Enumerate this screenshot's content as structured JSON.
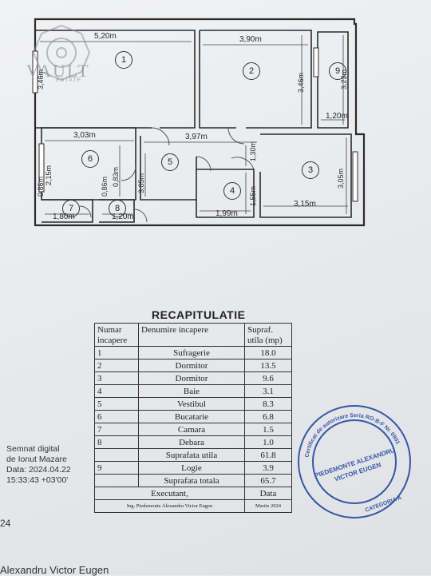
{
  "plan": {
    "dimensions": {
      "d1": "5,20m",
      "d2": "3,90m",
      "d3": "3,46m",
      "d4": "3,22m",
      "d5": "1,20m",
      "d6": "3,03m",
      "d7": "3,97m",
      "d8": "1,30m",
      "d9": "2,15m",
      "d10": "0,86m",
      "d11": "0,86m",
      "d12": "0,83m",
      "d13": "3,05m",
      "d14": "1,55m",
      "d15": "3,05m",
      "d16": "1,99m",
      "d17": "3,15m",
      "d18": "1,80m",
      "d19": "1,20m",
      "d20": "3,46m"
    },
    "room_numbers": [
      "1",
      "2",
      "3",
      "4",
      "5",
      "6",
      "7",
      "8",
      "9"
    ]
  },
  "watermark": {
    "name": "VAULT",
    "sub": "ESTATE"
  },
  "recap": {
    "title": "RECAPITULATIE",
    "headers": {
      "col1": "Numar incapere",
      "col2": "Denumire incapere",
      "col3": "Supraf. utila (mp)"
    },
    "rows": [
      {
        "nr": "1",
        "name": "Sufragerie",
        "area": "18.0"
      },
      {
        "nr": "2",
        "name": "Dormitor",
        "area": "13.5"
      },
      {
        "nr": "3",
        "name": "Dormitor",
        "area": "9.6"
      },
      {
        "nr": "4",
        "name": "Baie",
        "area": "3.1"
      },
      {
        "nr": "5",
        "name": "Vestibul",
        "area": "8.3"
      },
      {
        "nr": "6",
        "name": "Bucatarie",
        "area": "6.8"
      },
      {
        "nr": "7",
        "name": "Camara",
        "area": "1.5"
      },
      {
        "nr": "8",
        "name": "Debara",
        "area": "1.0"
      }
    ],
    "suprafata_utila_label": "Suprafata utila",
    "suprafata_utila_value": "61.8",
    "logie": {
      "nr": "9",
      "name": "Logie",
      "area": "3.9"
    },
    "suprafata_totala_label": "Suprafata totala",
    "suprafata_totala_value": "65.7",
    "executant_label": "Executant,",
    "data_label": "Data",
    "executant_name": "Ing. Piedemonte Alexandru Victor Eugen",
    "date_value": "Martie 2024"
  },
  "stamp": {
    "outer_text": "Certificat de autorizare Seria RO-B-F Nr. 0901",
    "name": "PIEDEMONTE ALEXANDRU",
    "name2": "VICTOR EUGEN",
    "category": "CATEGORIA A"
  },
  "signature": {
    "line1": "Semnat digital",
    "line2": "de Ionut Mazare",
    "line3": "Data: 2024.04.22",
    "line4": "15:33:43 +03'00'"
  },
  "page_number": "24",
  "bottom_text": "Alexandru Victor Eugen"
}
